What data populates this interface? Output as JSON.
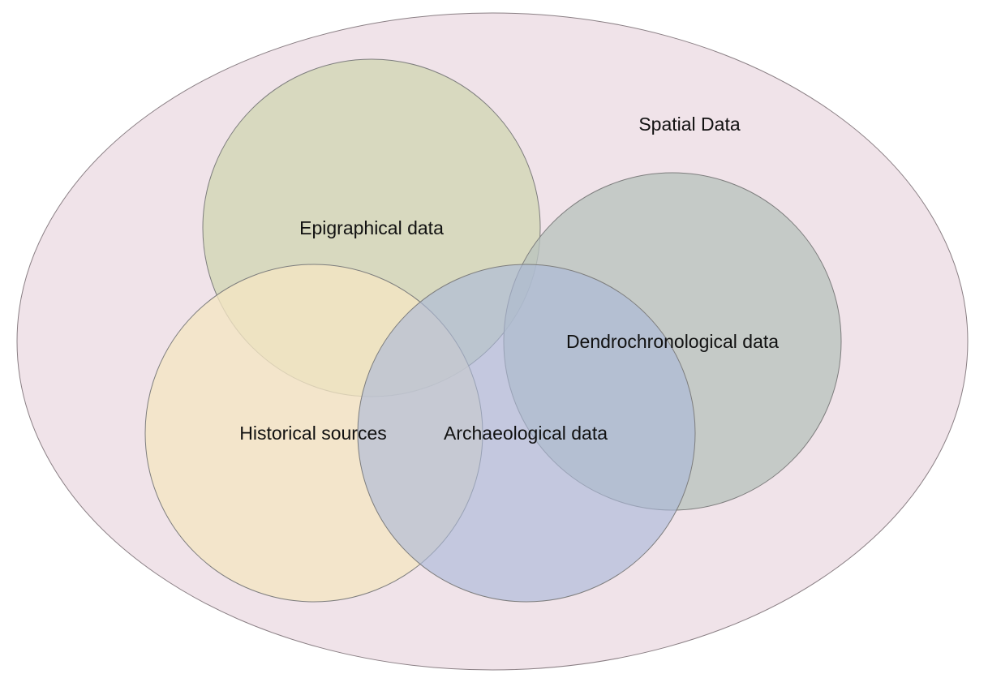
{
  "diagram": {
    "outer": {
      "label": "Spatial Data",
      "color": "#f0e3e9",
      "stroke": "#8a7f84"
    },
    "sets": [
      {
        "id": "epigraphical",
        "label": "Epigraphical data",
        "color": "#d1d6b4",
        "opacity": 0.78
      },
      {
        "id": "dendro",
        "label": "Dendrochronological data",
        "color": "#b9c3be",
        "opacity": 0.78
      },
      {
        "id": "historical",
        "label": "Historical sources",
        "color": "#f3e6c3",
        "opacity": 0.78
      },
      {
        "id": "archaeological",
        "label": "Archaeological data",
        "color": "#a9b8d9",
        "opacity": 0.62
      }
    ],
    "stroke": "#7d7d7d"
  }
}
